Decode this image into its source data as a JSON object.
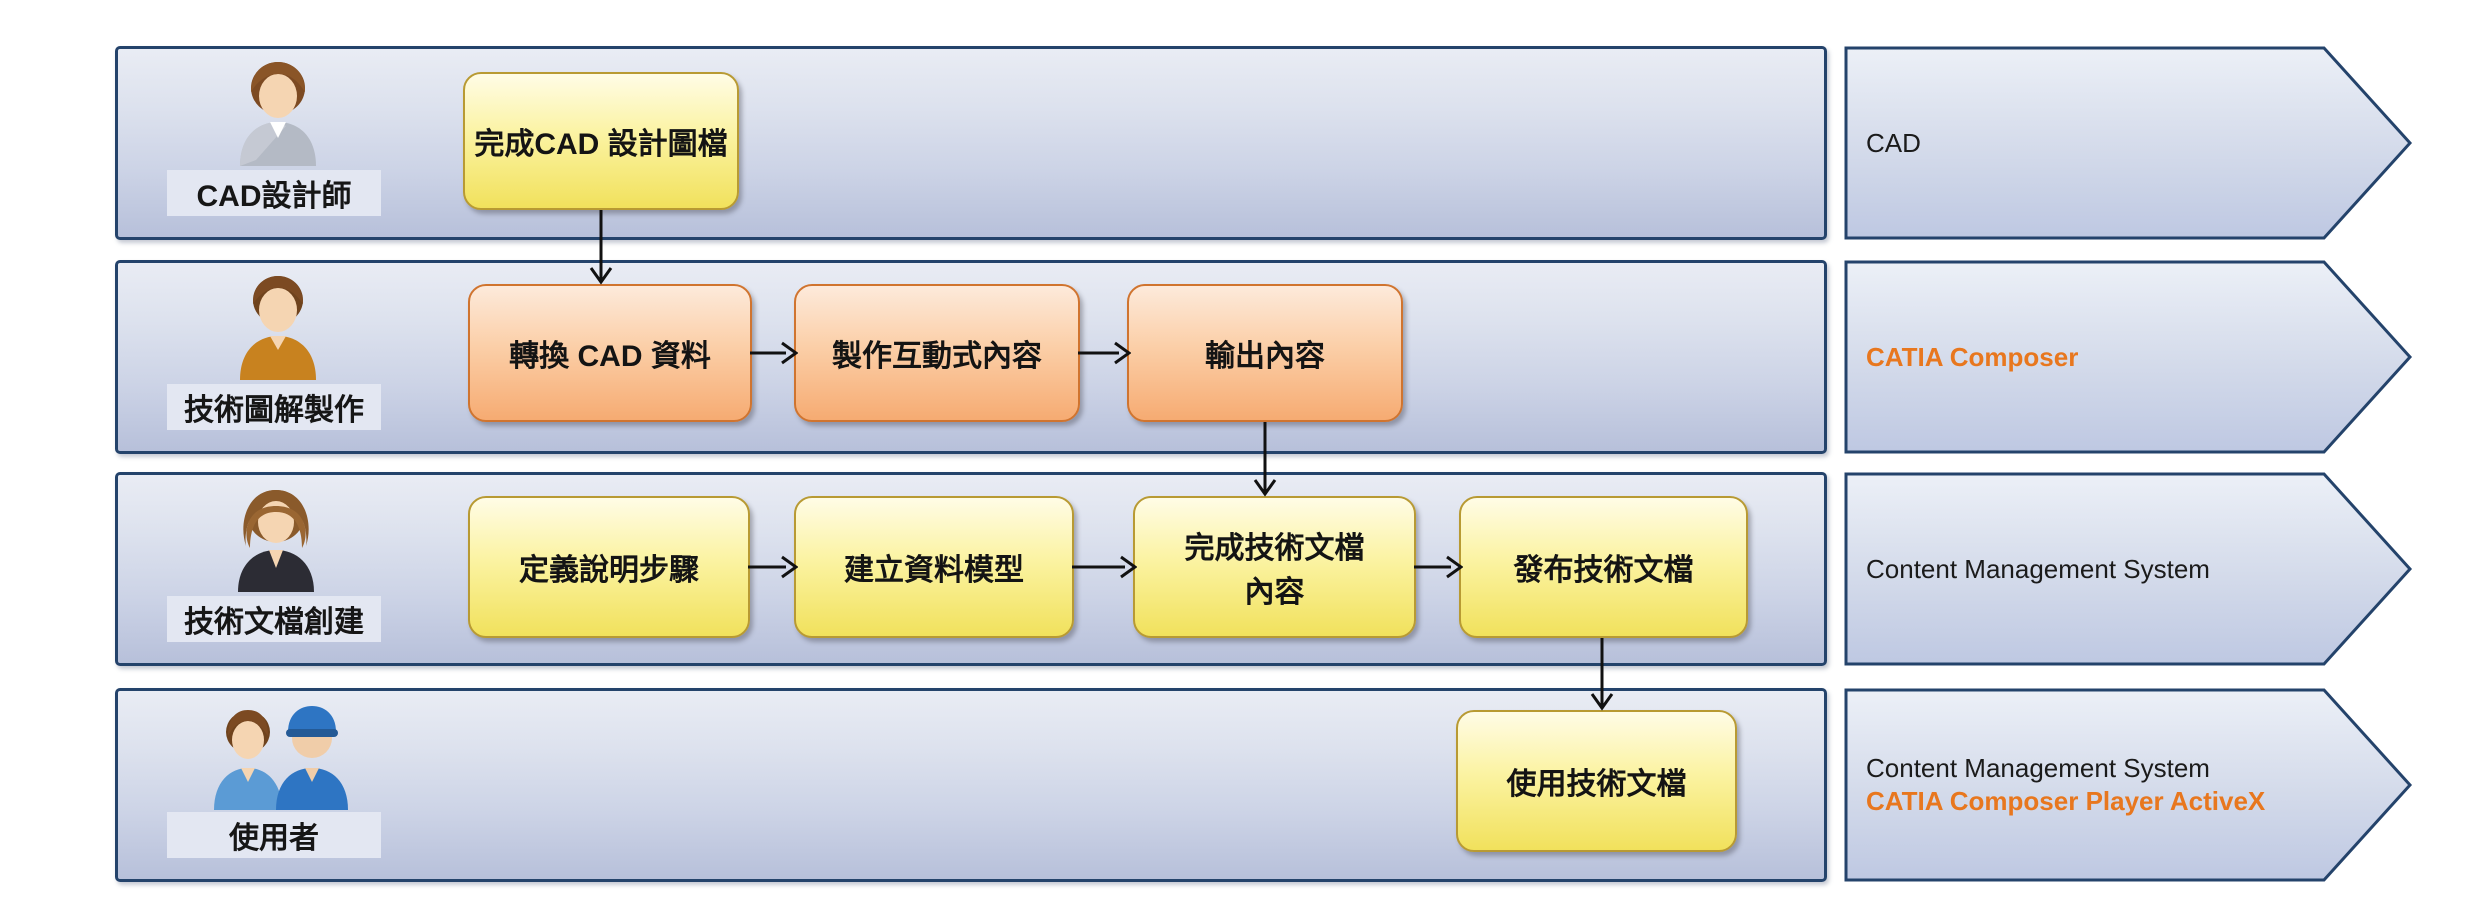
{
  "rows": [
    {
      "role": "CAD設計師",
      "avatar": "cad-designer",
      "steps": [
        "完成CAD 設計圖檔"
      ],
      "system": [
        {
          "text": "CAD",
          "style": "black"
        }
      ]
    },
    {
      "role": "技術圖解製作",
      "avatar": "technical-illustrator",
      "steps": [
        "轉換 CAD 資料",
        "製作互動式內容",
        "輸出內容"
      ],
      "system": [
        {
          "text": "CATIA Composer",
          "style": "orange"
        }
      ]
    },
    {
      "role": "技術文檔創建",
      "avatar": "technical-doc-author",
      "steps": [
        "定義說明步驟",
        "建立資料模型",
        "完成技術文檔內容",
        "發布技術文檔"
      ],
      "system": [
        {
          "text": "Content Management System",
          "style": "black"
        }
      ]
    },
    {
      "role": "使用者",
      "avatar": "end-users",
      "steps": [
        "使用技術文檔"
      ],
      "system": [
        {
          "text": "Content Management System",
          "style": "black"
        },
        {
          "text": "CATIA Composer Player ActiveX",
          "style": "orange"
        }
      ]
    }
  ],
  "colors": {
    "accent_orange": "#e8771e",
    "lane_border": "#24436b",
    "yellow_box_border": "#b89a33",
    "orange_box_border": "#d0742f",
    "lane_fill_top": "#e9ecf4",
    "lane_fill_bottom": "#b7c0da"
  }
}
